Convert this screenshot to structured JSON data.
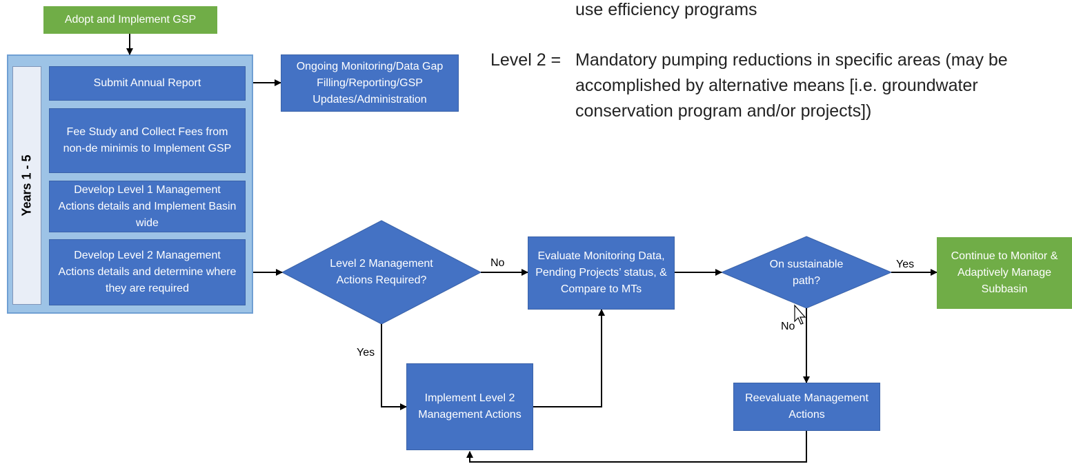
{
  "colors": {
    "box_blue": "#4472c4",
    "box_green": "#70ad47",
    "group_bg": "#9dc3e6",
    "years_bg": "#e9eef7"
  },
  "start": "Adopt and Implement GSP",
  "years_label": "Years 1 - 5",
  "steps": {
    "annual_report": "Submit Annual Report",
    "fee_study": "Fee Study and Collect Fees from non-de minimis to Implement GSP",
    "level1": "Develop Level 1 Management Actions details and Implement Basin wide",
    "level2": "Develop Level 2 Management Actions details and determine where they are required"
  },
  "ongoing": "Ongoing Monitoring/Data Gap Filling/Reporting/GSP Updates/Administration",
  "decision_level2": "Level 2 Management Actions Required?",
  "evaluate": "Evaluate Monitoring Data, Pending Projects’ status, & Compare to MTs",
  "decision_sustainable": "On sustainable path?",
  "continue": "Continue to Monitor & Adaptively Manage Subbasin",
  "implement_level2": "Implement Level 2 Management Actions",
  "reevaluate": "Reevaluate Management Actions",
  "edge_labels": {
    "no_1": "No",
    "yes_1": "Yes",
    "yes_2": "Yes",
    "no_2": "No"
  },
  "legend": {
    "line0_text": "use efficiency programs",
    "level2_key": "Level 2 =",
    "level2_line1": "Mandatory pumping reductions in specific areas (may be",
    "level2_line2": "accomplished by alternative means [i.e. groundwater",
    "level2_line3": "conservation program and/or projects])"
  }
}
